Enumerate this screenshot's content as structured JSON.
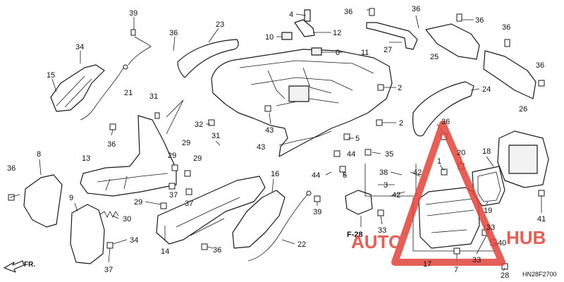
{
  "diagram_code": "HN28F2700",
  "ref_label": "F-28",
  "direction_label": "FR.",
  "watermark": {
    "word_left": "AUTO",
    "word_right": "HUB",
    "color": "#e0443a"
  },
  "callouts": [
    {
      "id": "c1",
      "text": "39"
    },
    {
      "id": "c2",
      "text": "34"
    },
    {
      "id": "c3",
      "text": "15"
    },
    {
      "id": "c4",
      "text": "21"
    },
    {
      "id": "c5",
      "text": "36"
    },
    {
      "id": "c6",
      "text": "23"
    },
    {
      "id": "c7",
      "text": "4"
    },
    {
      "id": "c8",
      "text": "10"
    },
    {
      "id": "c9",
      "text": "12"
    },
    {
      "id": "c10",
      "text": "0"
    },
    {
      "id": "c11",
      "text": "11"
    },
    {
      "id": "c12",
      "text": "36"
    },
    {
      "id": "c13",
      "text": "27"
    },
    {
      "id": "c14",
      "text": "36"
    },
    {
      "id": "c15",
      "text": "36"
    },
    {
      "id": "c16",
      "text": "25"
    },
    {
      "id": "c17",
      "text": "36"
    },
    {
      "id": "c18",
      "text": "36"
    },
    {
      "id": "c19",
      "text": "26"
    },
    {
      "id": "c20",
      "text": "24"
    },
    {
      "id": "c21",
      "text": "2"
    },
    {
      "id": "c22",
      "text": "2"
    },
    {
      "id": "c23",
      "text": "31"
    },
    {
      "id": "c24",
      "text": "32"
    },
    {
      "id": "c25",
      "text": "31"
    },
    {
      "id": "c26",
      "text": "43"
    },
    {
      "id": "c27",
      "text": "43"
    },
    {
      "id": "c28",
      "text": "5"
    },
    {
      "id": "c29",
      "text": "35"
    },
    {
      "id": "c30",
      "text": "44"
    },
    {
      "id": "c31",
      "text": "6"
    },
    {
      "id": "c32",
      "text": "44"
    },
    {
      "id": "c33",
      "text": "36"
    },
    {
      "id": "c34",
      "text": "36"
    },
    {
      "id": "c35",
      "text": "8"
    },
    {
      "id": "c36",
      "text": "13"
    },
    {
      "id": "c37",
      "text": "29"
    },
    {
      "id": "c38",
      "text": "29"
    },
    {
      "id": "c39",
      "text": "29"
    },
    {
      "id": "c40",
      "text": "37"
    },
    {
      "id": "c41",
      "text": "37"
    },
    {
      "id": "c42",
      "text": "36"
    },
    {
      "id": "c43",
      "text": "9"
    },
    {
      "id": "c44",
      "text": "30"
    },
    {
      "id": "c45",
      "text": "29"
    },
    {
      "id": "c46",
      "text": "14"
    },
    {
      "id": "c47",
      "text": "16"
    },
    {
      "id": "c48",
      "text": "39"
    },
    {
      "id": "c49",
      "text": "34"
    },
    {
      "id": "c50",
      "text": "37"
    },
    {
      "id": "c51",
      "text": "36"
    },
    {
      "id": "c52",
      "text": "22"
    },
    {
      "id": "c53",
      "text": "38"
    },
    {
      "id": "c54",
      "text": "42"
    },
    {
      "id": "c55",
      "text": "3"
    },
    {
      "id": "c56",
      "text": "42"
    },
    {
      "id": "c57",
      "text": "1"
    },
    {
      "id": "c58",
      "text": "20"
    },
    {
      "id": "c59",
      "text": "18"
    },
    {
      "id": "c60",
      "text": "19"
    },
    {
      "id": "c61",
      "text": "41"
    },
    {
      "id": "c62",
      "text": "33"
    },
    {
      "id": "c63",
      "text": "33"
    },
    {
      "id": "c64",
      "text": "40"
    },
    {
      "id": "c65",
      "text": "33"
    },
    {
      "id": "c66",
      "text": "17"
    },
    {
      "id": "c67",
      "text": "7"
    },
    {
      "id": "c68",
      "text": "28"
    }
  ]
}
